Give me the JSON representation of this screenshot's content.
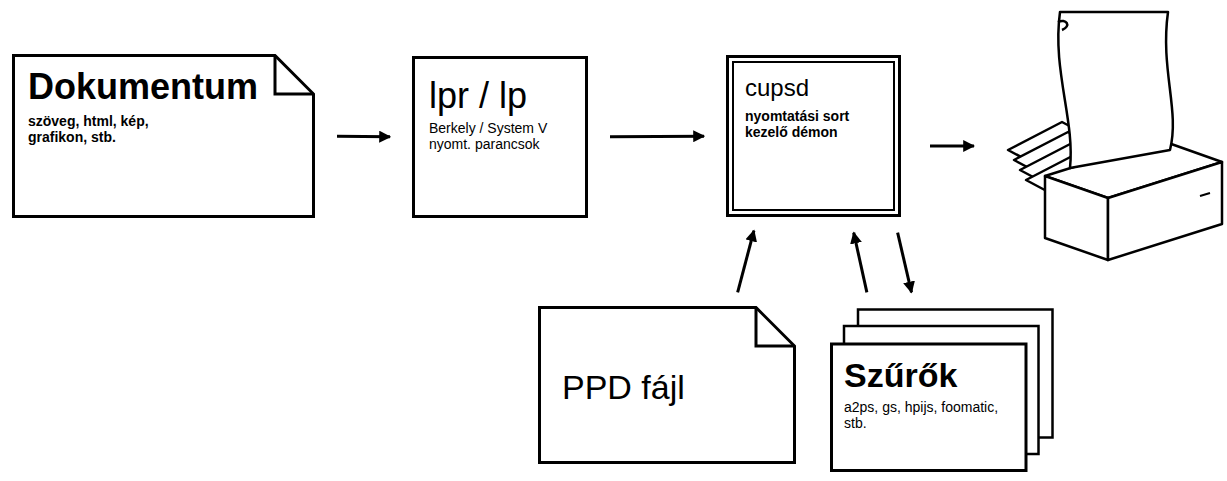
{
  "diagram": {
    "nodes": [
      {
        "text": [
          "Dokumentum",
          "szöveg, html, kép, grafikon, stb."
        ]
      },
      {
        "text": [
          "lpr / lp",
          "Berkely / System V nyomt. parancsok"
        ]
      },
      {
        "text": [
          "cupsd",
          "nyomtatási sort kezelő démon"
        ]
      },
      {
        "text": [
          "PPD fájl"
        ]
      },
      {
        "text": [
          "Szűrők",
          "a2ps, gs, hpijs, foomatic, stb."
        ]
      }
    ],
    "edges": [
      {
        "from": 0,
        "to": 1,
        "arrow": "to"
      },
      {
        "from": 1,
        "to": 2,
        "arrow": "to"
      },
      {
        "from": 3,
        "to": 2,
        "arrow": "to"
      },
      {
        "from": 4,
        "to": 2,
        "arrow": "to"
      },
      {
        "from": 2,
        "to": 4,
        "arrow": "to"
      }
    ]
  }
}
